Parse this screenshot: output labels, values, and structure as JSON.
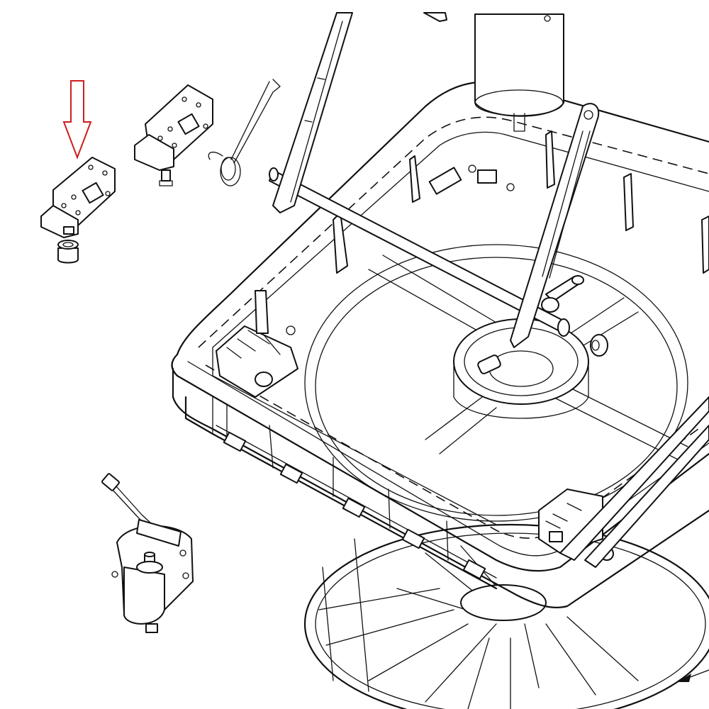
{
  "diagram": {
    "highlight_color": "#cc1f1f",
    "line_color": "#111111",
    "background": "#ffffff",
    "parts": [
      {
        "name": "gear-bracket-highlighted",
        "marked": true
      },
      {
        "name": "gear-bracket"
      },
      {
        "name": "torsion-spring"
      },
      {
        "name": "bushing"
      },
      {
        "name": "drive-motor"
      },
      {
        "name": "vent-base-frame"
      },
      {
        "name": "fan-blade"
      },
      {
        "name": "lift-arm"
      },
      {
        "name": "cross-rod"
      }
    ],
    "motor_label_lines": [
      "",
      "",
      "",
      ""
    ]
  }
}
